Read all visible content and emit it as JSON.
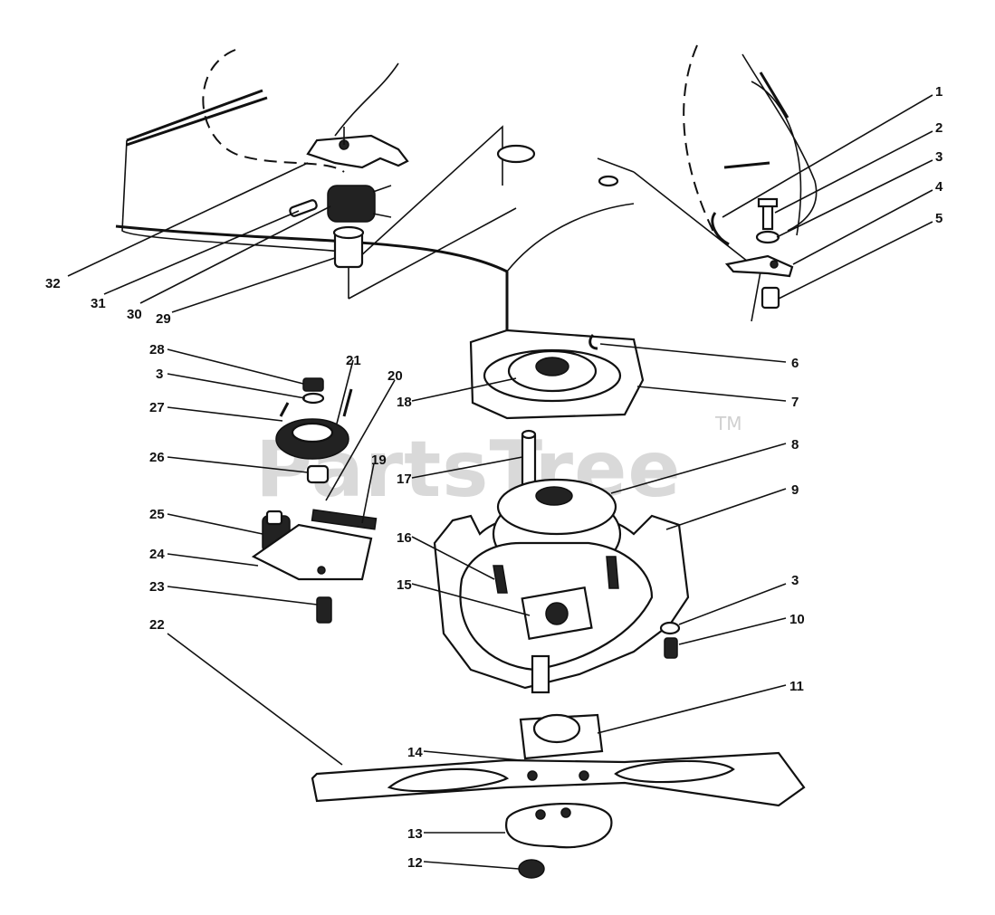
{
  "watermark": {
    "brand": "PartsTree",
    "trademark": "TM"
  },
  "callouts": [
    {
      "id": 1,
      "label": "1"
    },
    {
      "id": 2,
      "label": "2"
    },
    {
      "id": 3,
      "label": "3"
    },
    {
      "id": 4,
      "label": "4"
    },
    {
      "id": 5,
      "label": "5"
    },
    {
      "id": 6,
      "label": "6"
    },
    {
      "id": 7,
      "label": "7"
    },
    {
      "id": 8,
      "label": "8"
    },
    {
      "id": 9,
      "label": "9"
    },
    {
      "id": 10,
      "label": "10"
    },
    {
      "id": 11,
      "label": "11"
    },
    {
      "id": 12,
      "label": "12"
    },
    {
      "id": 13,
      "label": "13"
    },
    {
      "id": 14,
      "label": "14"
    },
    {
      "id": 15,
      "label": "15"
    },
    {
      "id": 16,
      "label": "16"
    },
    {
      "id": 17,
      "label": "17"
    },
    {
      "id": 18,
      "label": "18"
    },
    {
      "id": 19,
      "label": "19"
    },
    {
      "id": 20,
      "label": "20"
    },
    {
      "id": 21,
      "label": "21"
    },
    {
      "id": 22,
      "label": "22"
    },
    {
      "id": 23,
      "label": "23"
    },
    {
      "id": 24,
      "label": "24"
    },
    {
      "id": 25,
      "label": "25"
    },
    {
      "id": 26,
      "label": "26"
    },
    {
      "id": 27,
      "label": "27"
    },
    {
      "id": 28,
      "label": "28"
    },
    {
      "id": 29,
      "label": "29"
    },
    {
      "id": 30,
      "label": "30"
    },
    {
      "id": 31,
      "label": "31"
    },
    {
      "id": 32,
      "label": "32"
    },
    {
      "id": "3b",
      "label": "3"
    },
    {
      "id": "3c",
      "label": "3"
    }
  ]
}
